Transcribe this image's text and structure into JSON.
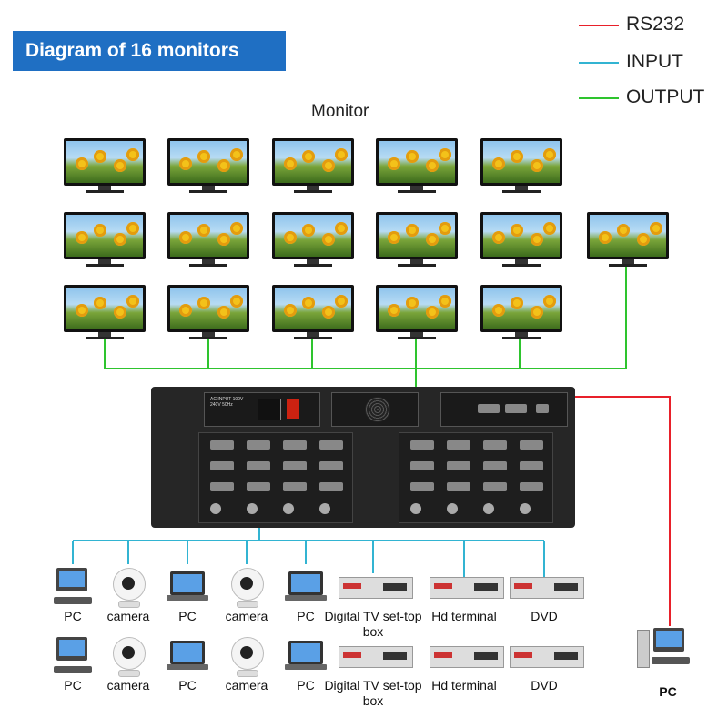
{
  "title": "Diagram of 16 monitors",
  "legend": [
    {
      "label": "RS232",
      "color": "#e8202a"
    },
    {
      "label": "INPUT",
      "color": "#32b4d2"
    },
    {
      "label": "OUTPUT",
      "color": "#2ec42e"
    }
  ],
  "monitor_group_label": "Monitor",
  "inputs_top": [
    {
      "label": "PC",
      "icon": "pc-icon"
    },
    {
      "label": "camera",
      "icon": "camera-icon"
    },
    {
      "label": "PC",
      "icon": "laptop-icon"
    },
    {
      "label": "camera",
      "icon": "camera-icon"
    },
    {
      "label": "PC",
      "icon": "laptop-icon"
    },
    {
      "label": "Digital TV set-top box",
      "icon": "set-top-box-icon"
    },
    {
      "label": "Hd terminal",
      "icon": "hd-terminal-icon"
    },
    {
      "label": "DVD",
      "icon": "dvd-player-icon"
    }
  ],
  "inputs_bottom": [
    {
      "label": "PC",
      "icon": "pc-icon"
    },
    {
      "label": "camera",
      "icon": "camera-icon"
    },
    {
      "label": "PC",
      "icon": "laptop-icon"
    },
    {
      "label": "camera",
      "icon": "camera-icon"
    },
    {
      "label": "PC",
      "icon": "laptop-icon"
    },
    {
      "label": "Digital TV set-top box",
      "icon": "set-top-box-icon"
    },
    {
      "label": "Hd terminal",
      "icon": "hd-terminal-icon"
    },
    {
      "label": "DVD",
      "icon": "dvd-player-icon"
    }
  ],
  "control_pc_label": "PC",
  "matrix": {
    "ac_input_label": "AC INPUT 100V-240V 50Hz"
  }
}
